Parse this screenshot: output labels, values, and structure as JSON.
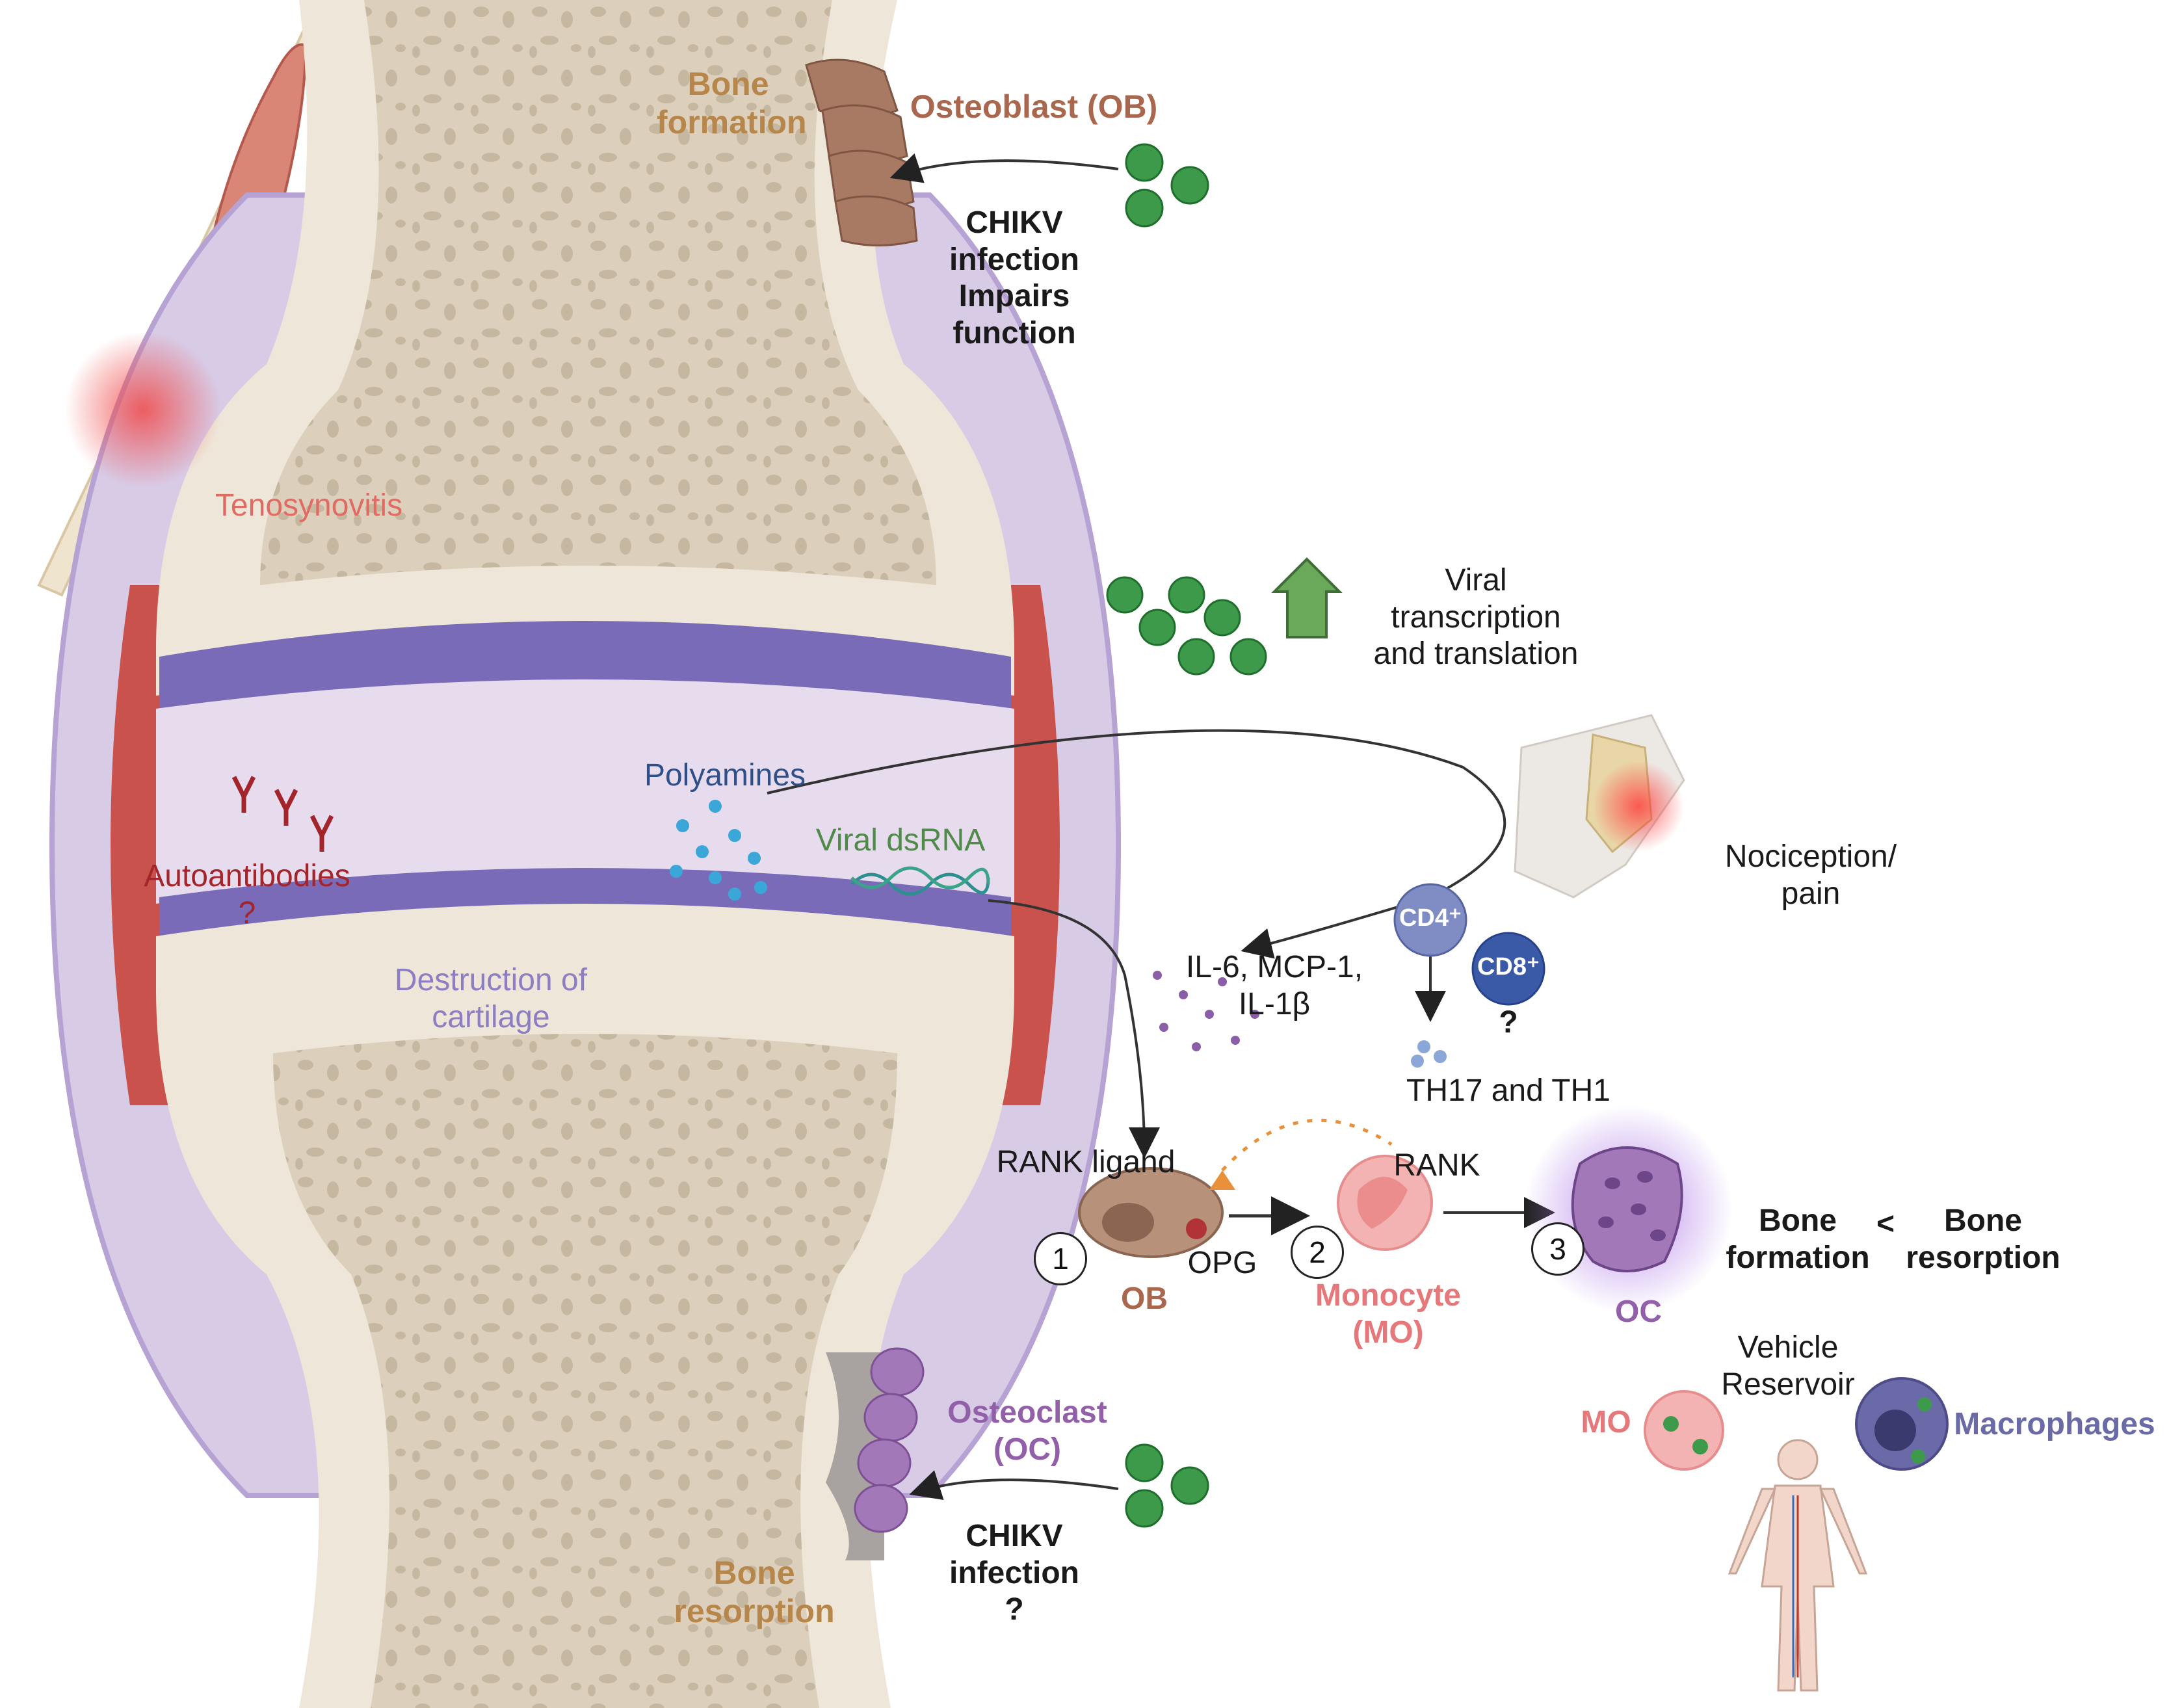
{
  "labels": {
    "bone_formation_top": "Bone\nformation",
    "osteoblast": "Osteoblast (OB)",
    "chikv_impairs": "CHIKV\ninfection\nImpairs\nfunction",
    "tenosynovitis": "Tenosynovitis",
    "viral_transcription": "Viral\ntranscription\nand translation",
    "polyamines": "Polyamines",
    "viral_dsrna": "Viral dsRNA",
    "autoantibodies": "Autoantibodies\n?",
    "nociception": "Nociception/\npain",
    "cd4": "CD4⁺",
    "cd8": "CD8⁺",
    "cd8_question": "?",
    "cytokines": "IL-6, MCP-1,\nIL-1β",
    "destruction": "Destruction of\ncartilage",
    "th17": "TH17 and TH1",
    "rank_ligand": "RANK ligand",
    "rank": "RANK",
    "opg": "OPG",
    "ob": "OB",
    "monocyte": "Monocyte\n(MO)",
    "oc": "OC",
    "bone_formation_right": "Bone\nformation",
    "less_than": "<",
    "bone_resorption_right": "Bone\nresorption",
    "vehicle_reservoir": "Vehicle\nReservoir",
    "mo_small": "MO",
    "macrophages": "Macrophages",
    "osteoclast": "Osteoclast\n(OC)",
    "chikv_question": "CHIKV\ninfection\n?",
    "bone_resorption_bottom": "Bone\nresorption"
  },
  "steps": [
    "1",
    "2",
    "3"
  ],
  "colors": {
    "bone_outer": "#eee7d9",
    "bone_spongy": "#d8cdbb",
    "cartilage": "#7a6bb8",
    "synovial_fluid": "#e6dcee",
    "synovium": "#c9524d",
    "capsule": "#c6b4dd",
    "virus": "#3e9a4b",
    "arrow_up": "#6aa85a"
  }
}
